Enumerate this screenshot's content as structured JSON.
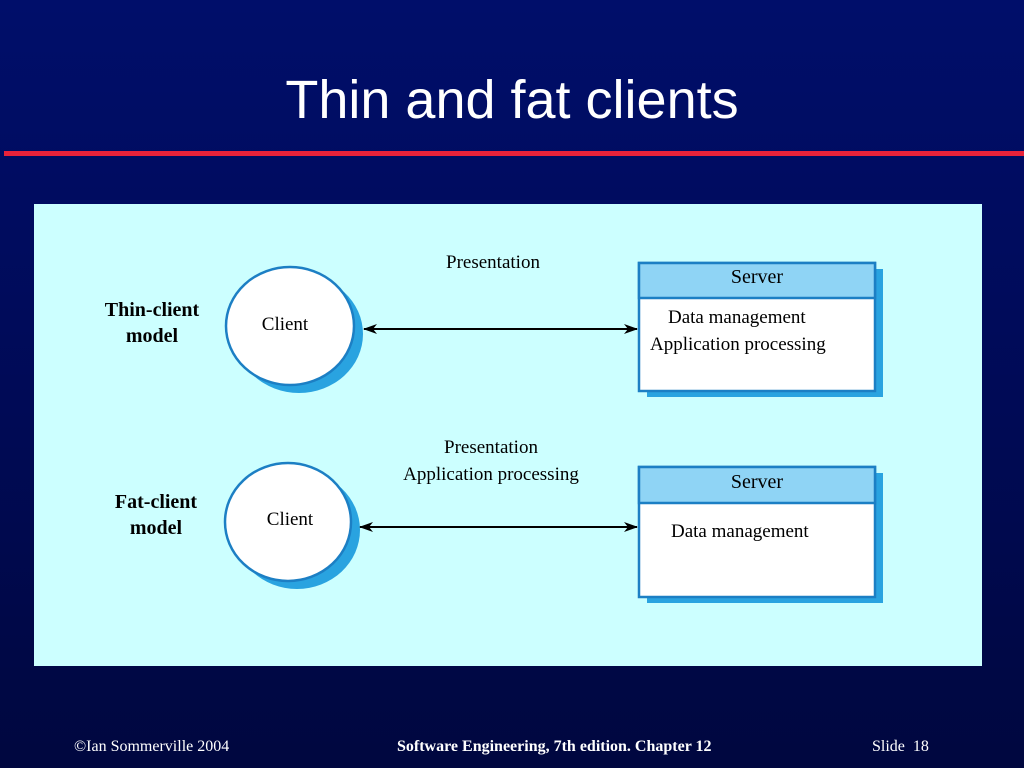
{
  "slide": {
    "title": "Thin and fat clients",
    "accent_color": "#e8223a",
    "background_color": "#000e6a"
  },
  "diagram": {
    "panel_color": "#ccffff",
    "thin_client": {
      "model_label_line1": "Thin-client",
      "model_label_line2": "model",
      "client_label": "Client",
      "connection_label_line1": "Presentation",
      "server_header": "Server",
      "server_line1": "Data management",
      "server_line2": "Application processing"
    },
    "fat_client": {
      "model_label_line1": "Fat-client",
      "model_label_line2": "model",
      "client_label": "Client",
      "connection_label_line1": "Presentation",
      "connection_label_line2": "Application processing",
      "server_header": "Server",
      "server_line1": "Data management"
    }
  },
  "footer": {
    "left": "©Ian Sommerville 2004",
    "center": "Software Engineering, 7th edition. Chapter 12",
    "slide_label": "Slide",
    "slide_number": "18"
  }
}
